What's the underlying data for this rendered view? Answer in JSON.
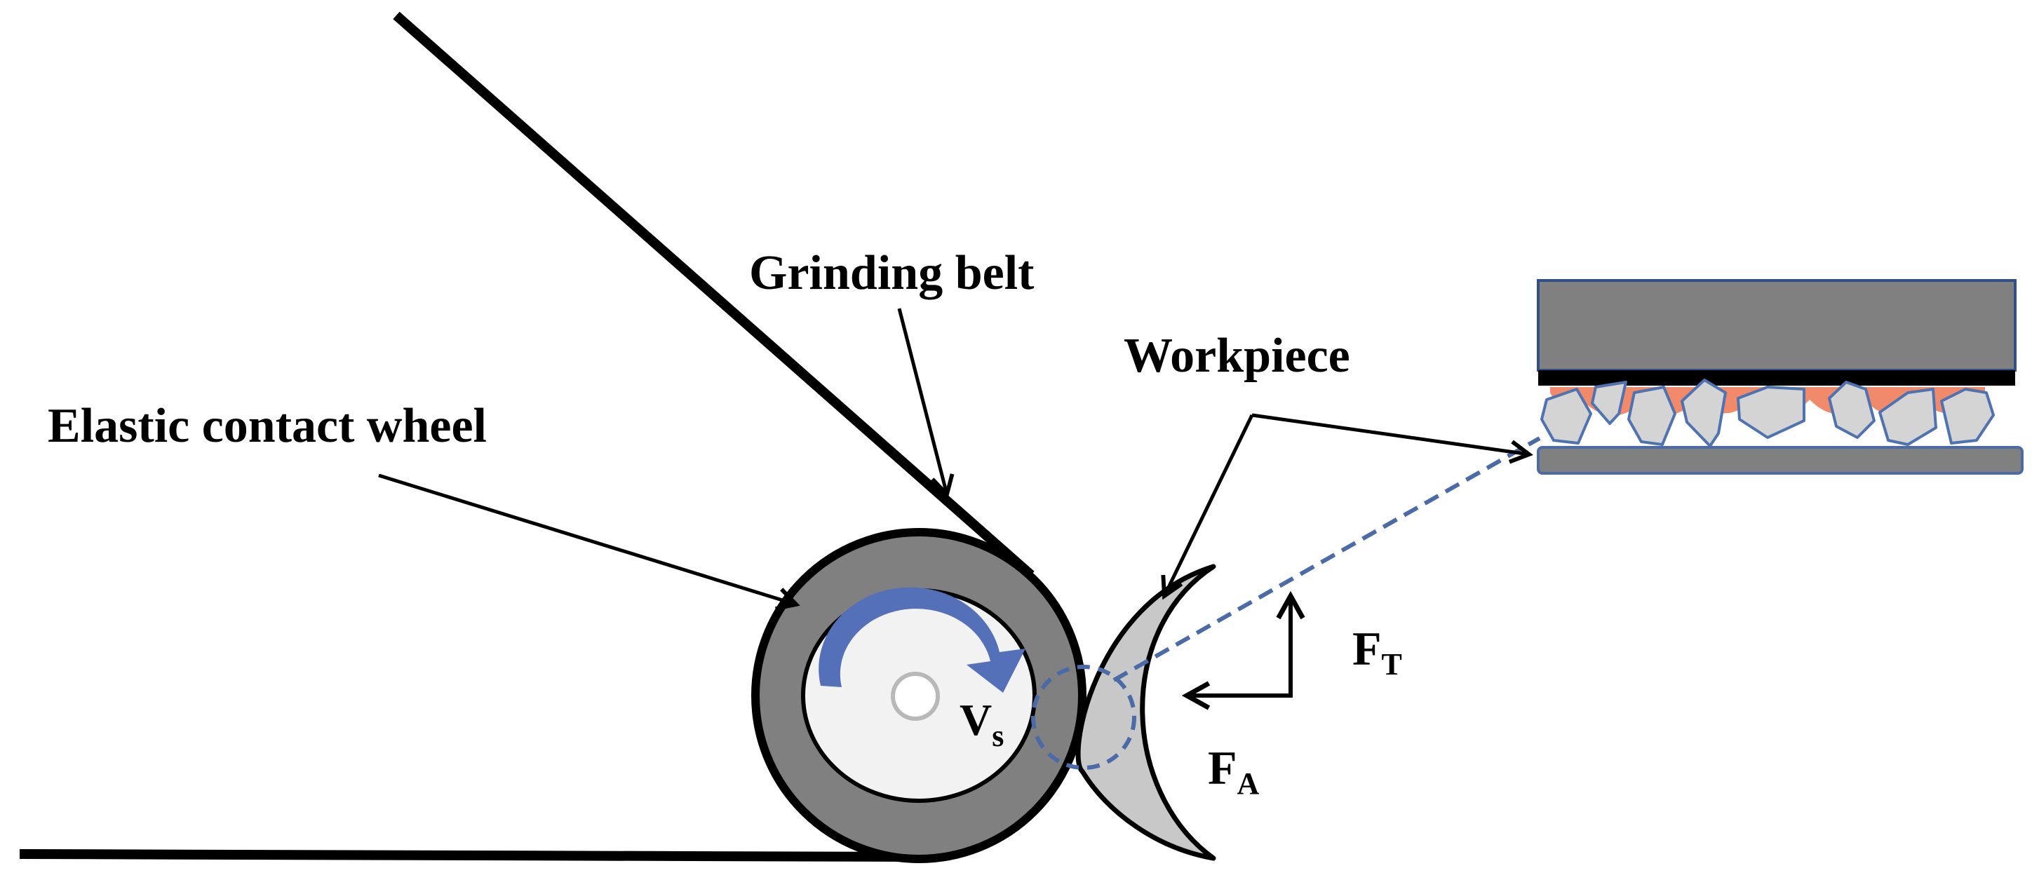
{
  "labels": {
    "grinding_belt": "Grinding belt",
    "workpiece": "Workpiece",
    "elastic_contact_wheel": "Elastic contact wheel",
    "speed": {
      "main": "V",
      "sub": "s"
    },
    "tangential_force": {
      "main": "F",
      "sub": "T"
    },
    "axial_force": {
      "main": "F",
      "sub": "A"
    }
  },
  "colors": {
    "wheel_rim": "#808080",
    "wheel_hub": "#f2f2f2",
    "workpiece": "#c8c8c8",
    "rotation_arrow": "#5470b8",
    "magnifier_dash": "#4a6aa8",
    "plate": "#808080",
    "grain_fill": "#d4d4d4",
    "grain_stroke": "#4f72b0",
    "bond_glow": "#f08a6a"
  }
}
